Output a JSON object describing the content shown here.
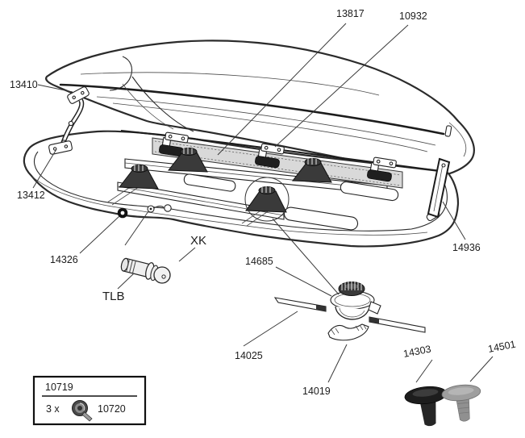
{
  "diagram": {
    "description": "Exploded parts diagram of an openable roof cargo box",
    "background_color": "#ffffff",
    "line_color": "#2b2b2b",
    "rail_strip_fill": "#d9d9d9",
    "dark_part_fill": "#3a3a3a",
    "fastener_black_fill": "#1d1d1d",
    "fastener_gray_fill": "#9e9e9e"
  },
  "labels": {
    "p13817": "13817",
    "p10932": "10932",
    "p13410": "13410",
    "p13412": "13412",
    "p14326": "14326",
    "xk": "XK",
    "tlb": "TLB",
    "p14685": "14685",
    "p14936": "14936",
    "p14025": "14025",
    "p14019": "14019",
    "p14303": "14303",
    "p14501": "14501"
  },
  "kit_box": {
    "part_number": "10719",
    "quantity": "3 x",
    "item_number": "10720"
  },
  "illustrations": [
    "cargo-box-lid",
    "cargo-box-base",
    "hinge-assembly",
    "rail-strip",
    "mount-brackets",
    "pyramid-mounts",
    "lid-stay-strut",
    "lock-cylinder",
    "key",
    "grommet-ring",
    "lock-rivet",
    "tensioner-knob",
    "straps",
    "mount-bracket-plate",
    "fastener-black",
    "fastener-gray",
    "coil-strap"
  ]
}
